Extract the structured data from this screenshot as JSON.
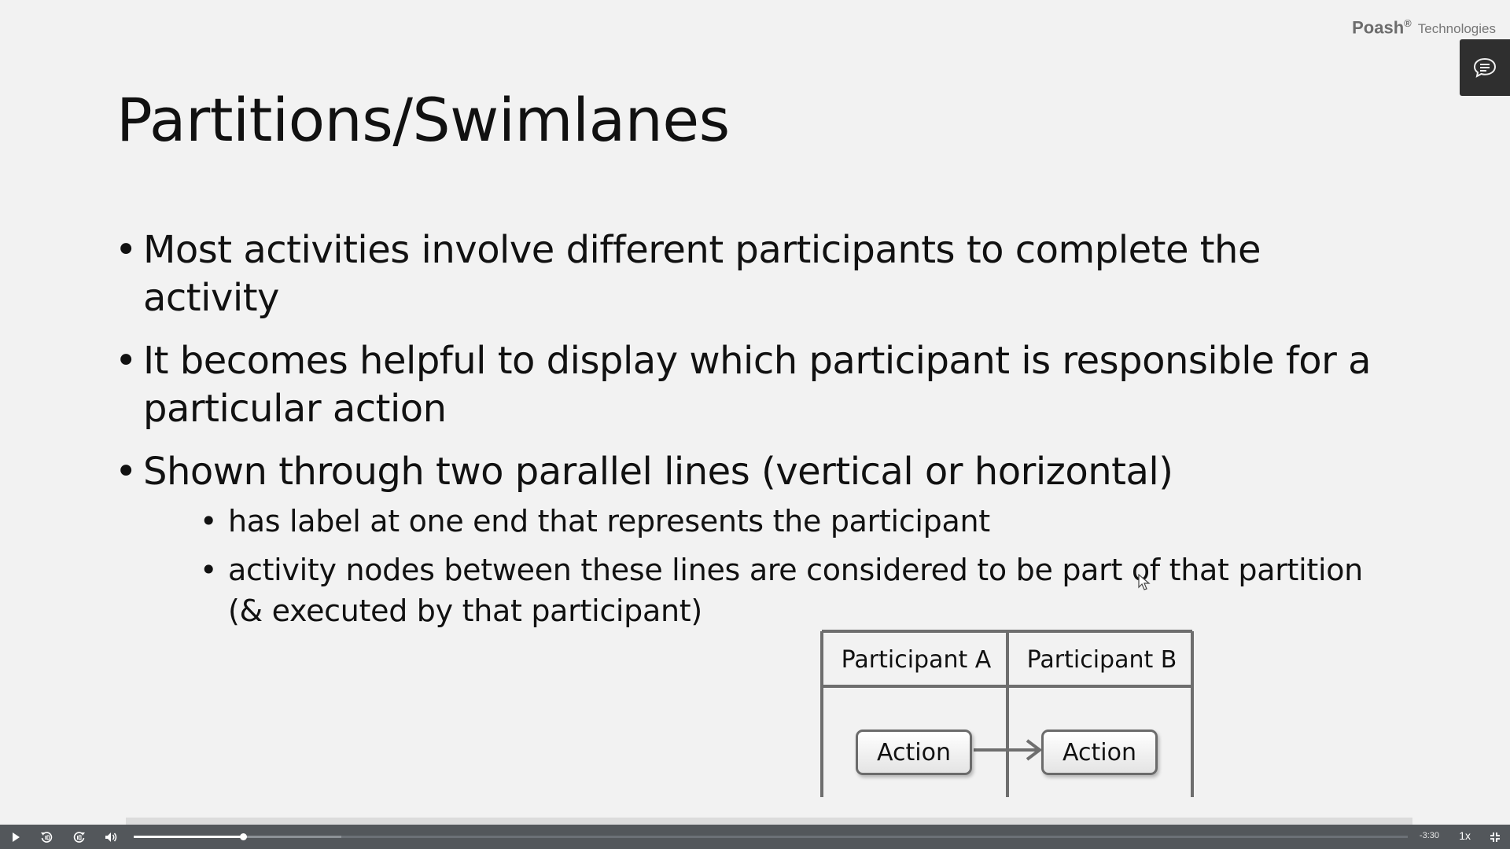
{
  "brand": {
    "name": "Poash",
    "mark": "®",
    "suffix": "Technologies"
  },
  "slide": {
    "title": "Partitions/Swimlanes",
    "bullets": [
      {
        "text": "Most activities involve different participants to complete the activity"
      },
      {
        "text": "It becomes helpful to display which participant is responsible for a particular action"
      },
      {
        "text": "Shown through two parallel lines (vertical or horizontal)",
        "sub": [
          "has label at one end that represents the participant",
          "activity nodes between these lines are considered to be part of that partition (& executed by that participant)"
        ]
      }
    ],
    "diagram": {
      "lanes": [
        "Participant A",
        "Participant B"
      ],
      "actions": [
        "Action",
        "Action"
      ]
    }
  },
  "player": {
    "time_remaining": "-3:30",
    "speed": "1x",
    "progress_fraction": 0.086,
    "buffered_fraction": 0.163,
    "icons": {
      "play": "play-icon",
      "rewind": "rewind-icon",
      "forward": "forward-icon",
      "volume": "volume-icon",
      "exit_fullscreen": "exit-fullscreen-icon",
      "chat": "chat-icon"
    }
  }
}
